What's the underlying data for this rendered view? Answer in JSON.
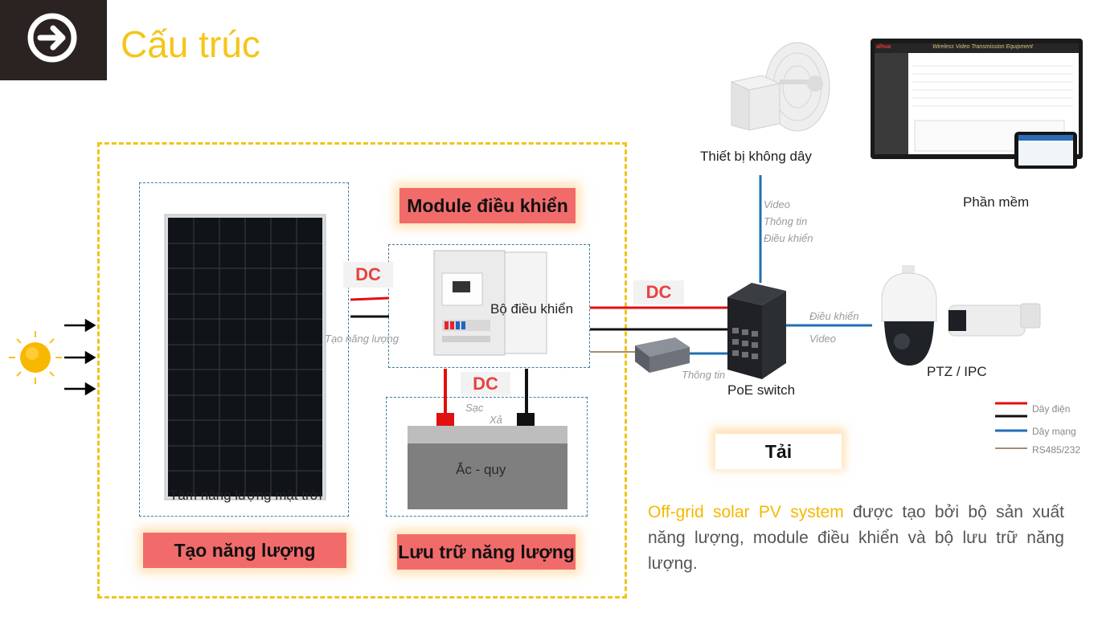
{
  "title": "Cấu trúc",
  "module_label": "Module điều khiển",
  "gen_label": "Tạo năng lượng",
  "storage_label": "Lưu trữ năng lượng",
  "load_label": "Tải",
  "dc_labels": [
    "DC",
    "DC",
    "DC"
  ],
  "controller_label": "Bộ điều khiển",
  "panel_label": "Tấm năng lượng mặt trời",
  "battery_label": "Ắc - quy",
  "charge_note": "Sạc",
  "discharge_note": "Xả",
  "gen_note": "Tạo năng lượng",
  "wireless_label": "Thiết bị không dây",
  "software_label": "Phần mềm",
  "link_notes": [
    "Video",
    "Thông tin",
    "Điều khiển"
  ],
  "poe_label": "PoE switch",
  "cam_notes": [
    "Điều khiển",
    "Video"
  ],
  "info_note": "Thông tin",
  "camera_label": "PTZ / IPC",
  "software_header": "Wireless Video Transmission Equipment",
  "software_brand": "alhua",
  "legend": [
    {
      "label": "Dây điện",
      "color": "#e01010"
    },
    {
      "label": "",
      "color": "#111111"
    },
    {
      "label": "Dây mạng",
      "color": "#1f6fb5"
    },
    {
      "label": "RS485/232",
      "color": "#6b4a1e"
    }
  ],
  "paragraph": {
    "highlight": "Off-grid solar PV system",
    "rest": " được tạo bởi bộ sản xuất năng lượng, module điều khiển và bộ lưu trữ năng lượng."
  },
  "colors": {
    "accent": "#f5c518",
    "label_bg": "#f26b6b",
    "dc_text": "#e8423f",
    "power_line": "#e01010",
    "net_line": "#1f6fb5"
  }
}
